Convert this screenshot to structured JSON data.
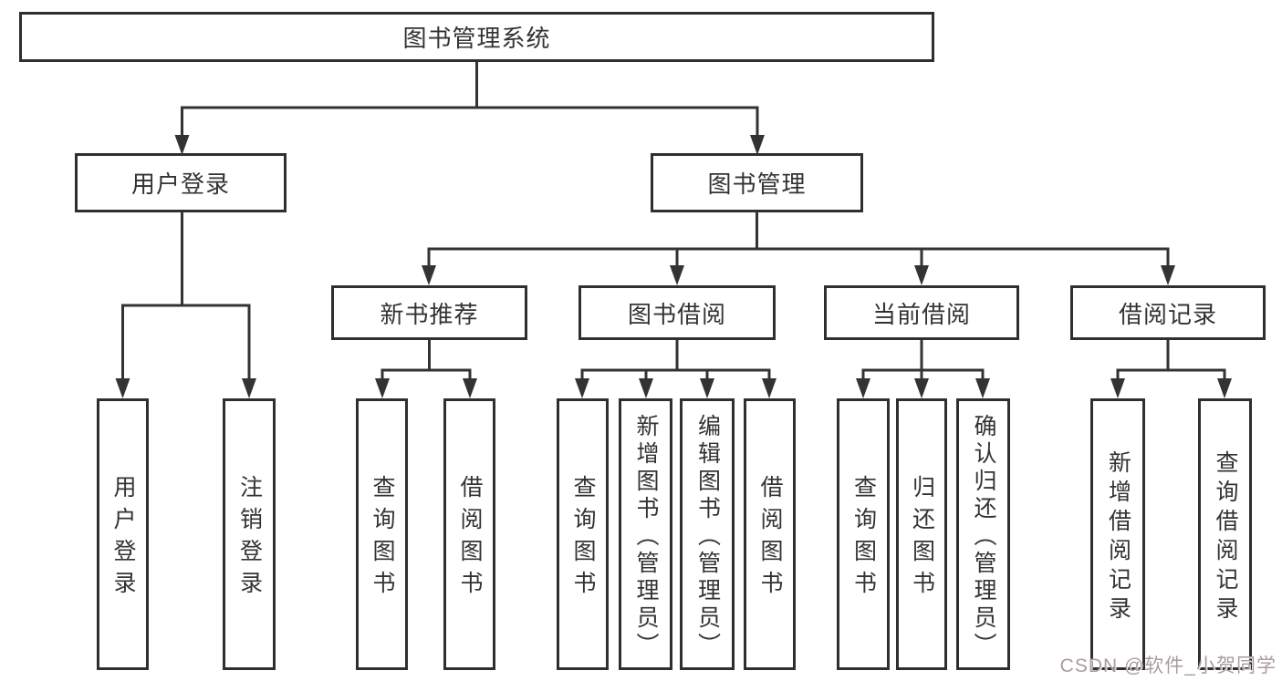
{
  "diagram_title": "图书管理系统",
  "tree": {
    "root": {
      "label": "图书管理系统",
      "children": [
        {
          "label": "用户登录",
          "children": [
            {
              "label": "用户登录"
            },
            {
              "label": "注销登录"
            }
          ]
        },
        {
          "label": "图书管理",
          "children": [
            {
              "label": "新书推荐",
              "children": [
                {
                  "label": "查询图书"
                },
                {
                  "label": "借阅图书"
                }
              ]
            },
            {
              "label": "图书借阅",
              "children": [
                {
                  "label": "查询图书"
                },
                {
                  "label": "新增图书（管理员）"
                },
                {
                  "label": "编辑图书（管理员）"
                },
                {
                  "label": "借阅图书"
                }
              ]
            },
            {
              "label": "当前借阅",
              "children": [
                {
                  "label": "查询图书"
                },
                {
                  "label": "归还图书"
                },
                {
                  "label": "确认归还（管理员）"
                }
              ]
            },
            {
              "label": "借阅记录",
              "children": [
                {
                  "label": "新增借阅记录"
                },
                {
                  "label": "查询借阅记录"
                }
              ]
            }
          ]
        }
      ]
    }
  },
  "watermark": {
    "text": "CSDN @软件_小贺同学"
  },
  "colors": {
    "background": "#ffffff",
    "box_border": "#2f2f2f",
    "line": "#333333",
    "text": "#333333",
    "watermark_text": "#a79d9d"
  }
}
